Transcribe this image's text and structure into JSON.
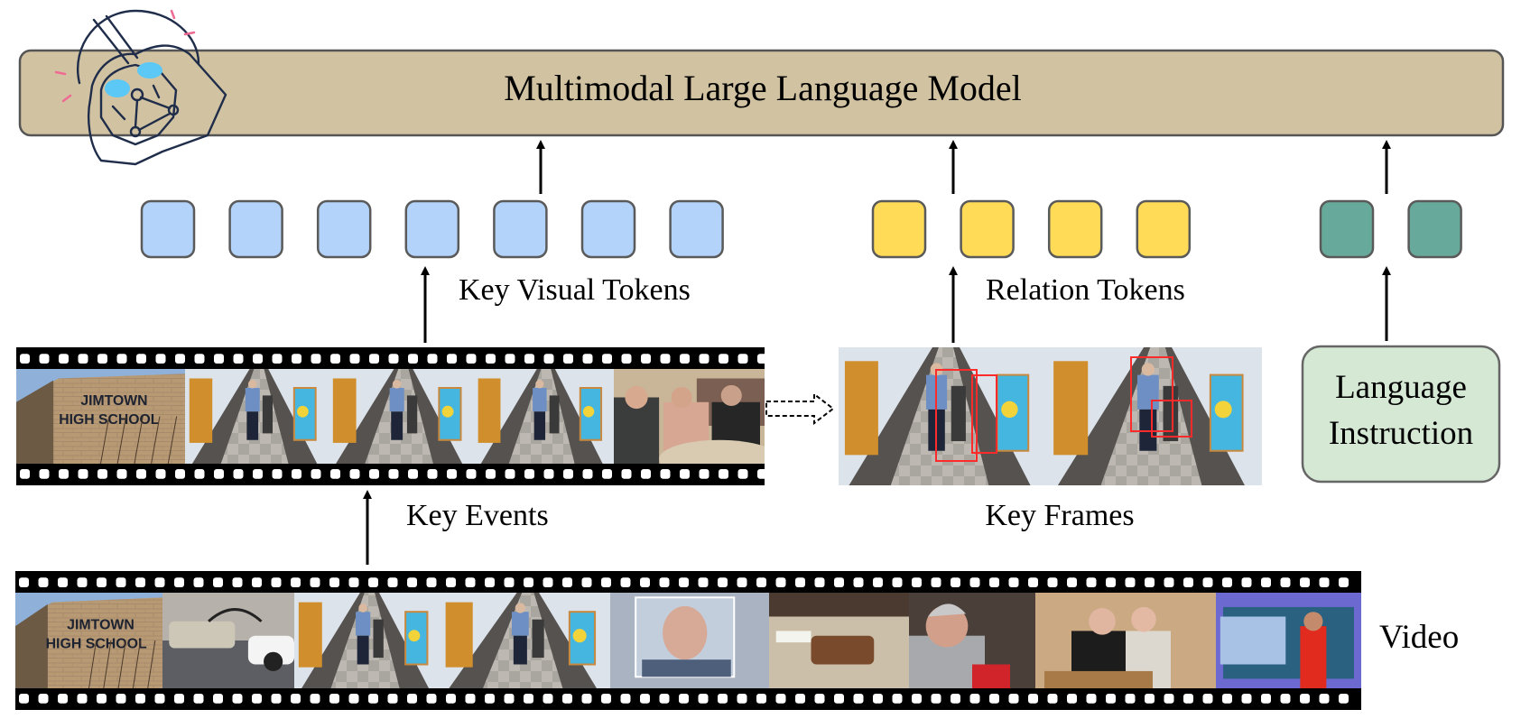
{
  "model": {
    "title": "Multimodal Large Language Model",
    "fill": "#d1c2a1"
  },
  "mascot": {
    "icon": "darth-vader-helmet-icon"
  },
  "tokens": {
    "key_visual": {
      "label": "Key Visual Tokens",
      "count": 7,
      "color": "#b3d3fb"
    },
    "relation": {
      "label": "Relation Tokens",
      "count": 4,
      "color": "#ffdb58"
    },
    "instruction": {
      "count": 2,
      "color": "#67aa9b"
    }
  },
  "key_events": {
    "label": "Key Events",
    "frames": [
      {
        "name": "school-sign",
        "text": [
          "JIMTOWN",
          "HIGH SCHOOL"
        ]
      },
      {
        "name": "hallway-walk"
      },
      {
        "name": "hallway-confrontation"
      },
      {
        "name": "hallway-push"
      },
      {
        "name": "board-meeting-vote"
      }
    ]
  },
  "key_frames": {
    "label": "Key Frames",
    "frames": [
      {
        "name": "confrontation-frame",
        "boxes": 2
      },
      {
        "name": "push-frame",
        "boxes": 2
      }
    ]
  },
  "instruction_box": {
    "lines": [
      "Language",
      "Instruction"
    ],
    "fill": "#d5e8d4"
  },
  "video": {
    "label": "Video",
    "frames": [
      {
        "name": "school-sign",
        "text": [
          "JIMTOWN",
          "HIGH SCHOOL"
        ]
      },
      {
        "name": "police-cars"
      },
      {
        "name": "hallway-walk"
      },
      {
        "name": "hallway-follow"
      },
      {
        "name": "mugshot"
      },
      {
        "name": "gavel"
      },
      {
        "name": "interview-man"
      },
      {
        "name": "students-podium"
      },
      {
        "name": "news-anchor"
      }
    ]
  }
}
